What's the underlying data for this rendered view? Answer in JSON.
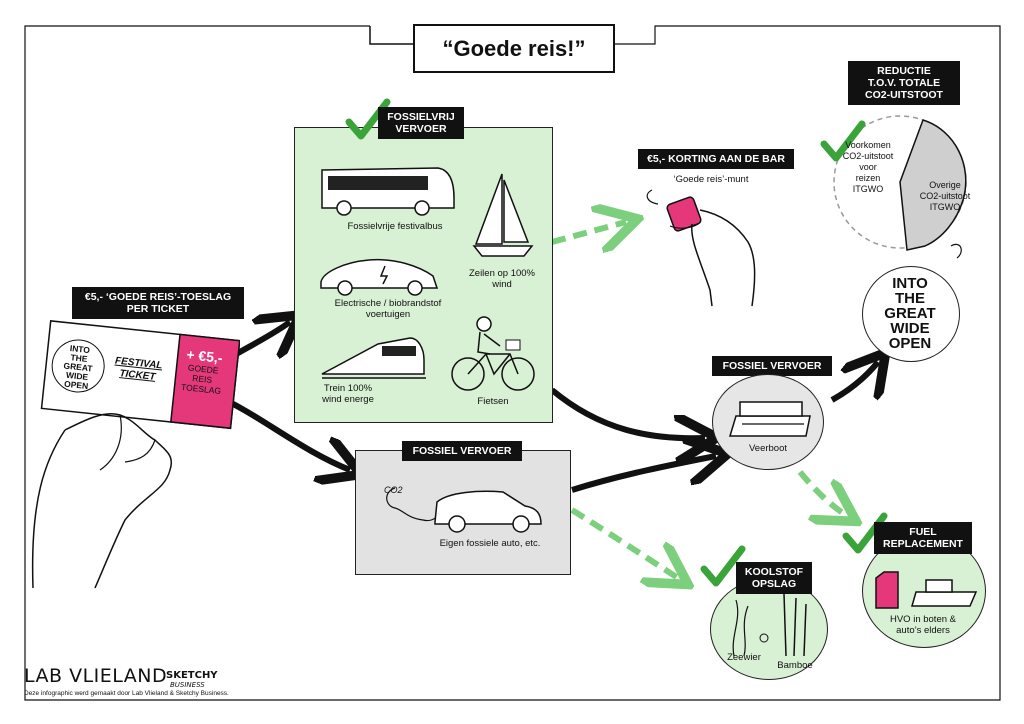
{
  "title": "“Goede reis!”",
  "ticket": {
    "surcharge_label": "€5,- ‘GOEDE REIS’-TOESLAG PER TICKET",
    "stub_logo": [
      "INTO",
      "THE",
      "GREAT",
      "WIDE",
      "OPEN"
    ],
    "festival_ticket": [
      "FESTIVAL",
      "TICKET"
    ],
    "price": "+ €5,-",
    "toeslag": [
      "GOEDE",
      "REIS",
      "TOESLAG"
    ]
  },
  "fossil_free": {
    "label": [
      "FOSSIELVRIJ",
      "VERVOER"
    ],
    "items": {
      "bus": "Fossielvrije festivalbus",
      "sailing": [
        "Zeilen op 100%",
        "wind"
      ],
      "electric": [
        "Electrische /  biobrandstof",
        "voertuigen"
      ],
      "train": [
        "Trein 100%",
        "wind energe"
      ],
      "bike": "Fietsen"
    }
  },
  "fossil_car": {
    "label": "FOSSIEL VERVOER",
    "co2": "CO2",
    "caption": "Eigen fossiele auto, etc."
  },
  "bar": {
    "label": "€5,- KORTING AAN DE BAR",
    "coin": "‘Goede reis’-munt"
  },
  "ferry": {
    "label": "FOSSIEL VERVOER",
    "caption": "Veerboot"
  },
  "reduction": {
    "label": [
      "REDUCTIE",
      "T.O.V. TOTALE",
      "CO2-UITSTOOT"
    ],
    "left": [
      "Voorkomen",
      "CO2-uitstoot",
      "voor",
      "reizen",
      "ITGWO"
    ],
    "right": [
      "Overige",
      "CO2-uitstoot",
      "ITGWO"
    ]
  },
  "festival_logo": [
    "INTO",
    "THE",
    "GREAT",
    "WIDE",
    "OPEN"
  ],
  "carbon": {
    "label": [
      "KOOLSTOF",
      "OPSLAG"
    ],
    "seaweed": "Zeewier",
    "bamboo": "Bamboe"
  },
  "fuel": {
    "label": [
      "FUEL",
      "REPLACEMENT"
    ],
    "caption": [
      "HVO in boten &",
      "auto’s elders"
    ]
  },
  "footer": {
    "lab": "LAB VLIELAND",
    "sketchy": "SKETCHY",
    "business": "BUSINESS",
    "credit": "Deze infographic werd gemaakt door Lab Vlieland & Sketchy Business."
  },
  "colors": {
    "green_fill": "#d8f0d3",
    "green_check": "#3aa33a",
    "dashed_green": "#7ccf7c",
    "pink": "#e4387a",
    "black": "#111111"
  }
}
